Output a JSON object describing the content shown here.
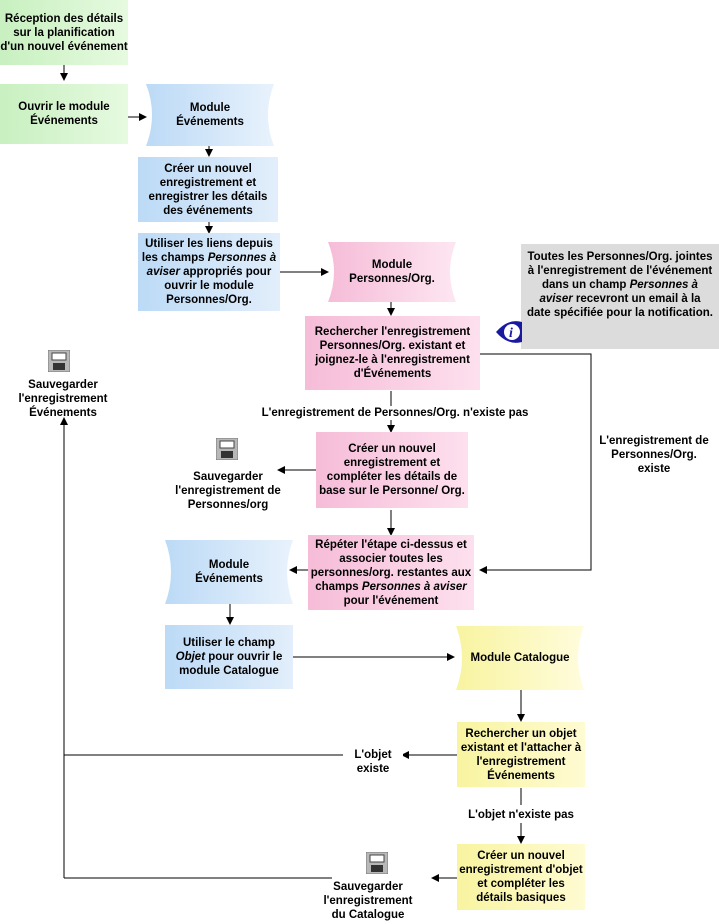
{
  "steps": {
    "reception": "Réception des détails sur la planification d'un nouvel événement",
    "ouvrir_module": "Ouvrir le module Événements",
    "creer_enregistrement": "Créer un nouvel enregistrement et enregistrer les détails des événements",
    "utiliser_liens_a": "Utiliser les liens depuis les champs ",
    "utiliser_liens_em": "Personnes à aviser",
    "utiliser_liens_b": " appropriés pour ouvrir le module Personnes/Org.",
    "rechercher_personnes": "Rechercher l'enregistrement Personnes/Org. existant et joignez-le à l'enregistrement d'Événements",
    "creer_personne": "Créer un nouvel enregistrement et compléter les détails de base sur le Personne/ Org.",
    "repeter_a": "Répéter l'étape ci-dessus et associer toutes les personnes/org. restantes aux champs ",
    "repeter_em": "Personnes à aviser",
    "repeter_b": " pour l'événement",
    "utiliser_objet_a": "Utiliser le champ ",
    "utiliser_objet_em": "Objet",
    "utiliser_objet_b": " pour ouvrir le module Catalogue",
    "rechercher_objet": "Rechercher un objet existant et l'attacher à l'enregistrement Événements",
    "creer_objet": "Créer un nouvel enregistrement d'objet et compléter les détails basiques"
  },
  "modules": {
    "evenements_1": "Module Événements",
    "personnes": "Module Personnes/Org.",
    "evenements_2": "Module Événements",
    "catalogue": "Module Catalogue"
  },
  "saves": {
    "evenements": "Sauvegarder l'enregistrement Événements",
    "personnes": "Sauvegarder l'enregistrement de Personnes/org",
    "catalogue": "Sauvegarder l'enregistrement du Catalogue"
  },
  "labels": {
    "personne_absente": "L'enregistrement de Personnes/Org. n'existe pas",
    "personne_existe": "L'enregistrement de Personnes/Org. existe",
    "objet_existe": "L'objet existe",
    "objet_absent": "L'objet n'existe pas"
  },
  "note": {
    "text_a": "Toutes les Personnes/Org. jointes à l'enregistrement de l'événement dans un champ ",
    "text_em": "Personnes à aviser",
    "text_b": " recevront un email à la date spécifiée pour la notification."
  },
  "icons": {
    "info": "info-icon",
    "save": "floppy-disk-icon"
  },
  "colors": {
    "green": "#c8f0c0",
    "blue": "#bcdaf6",
    "pink": "#f6bcd8",
    "yellow": "#f8f4a0",
    "note": "#dcdcdc",
    "info_icon": "#1a1aa0"
  }
}
